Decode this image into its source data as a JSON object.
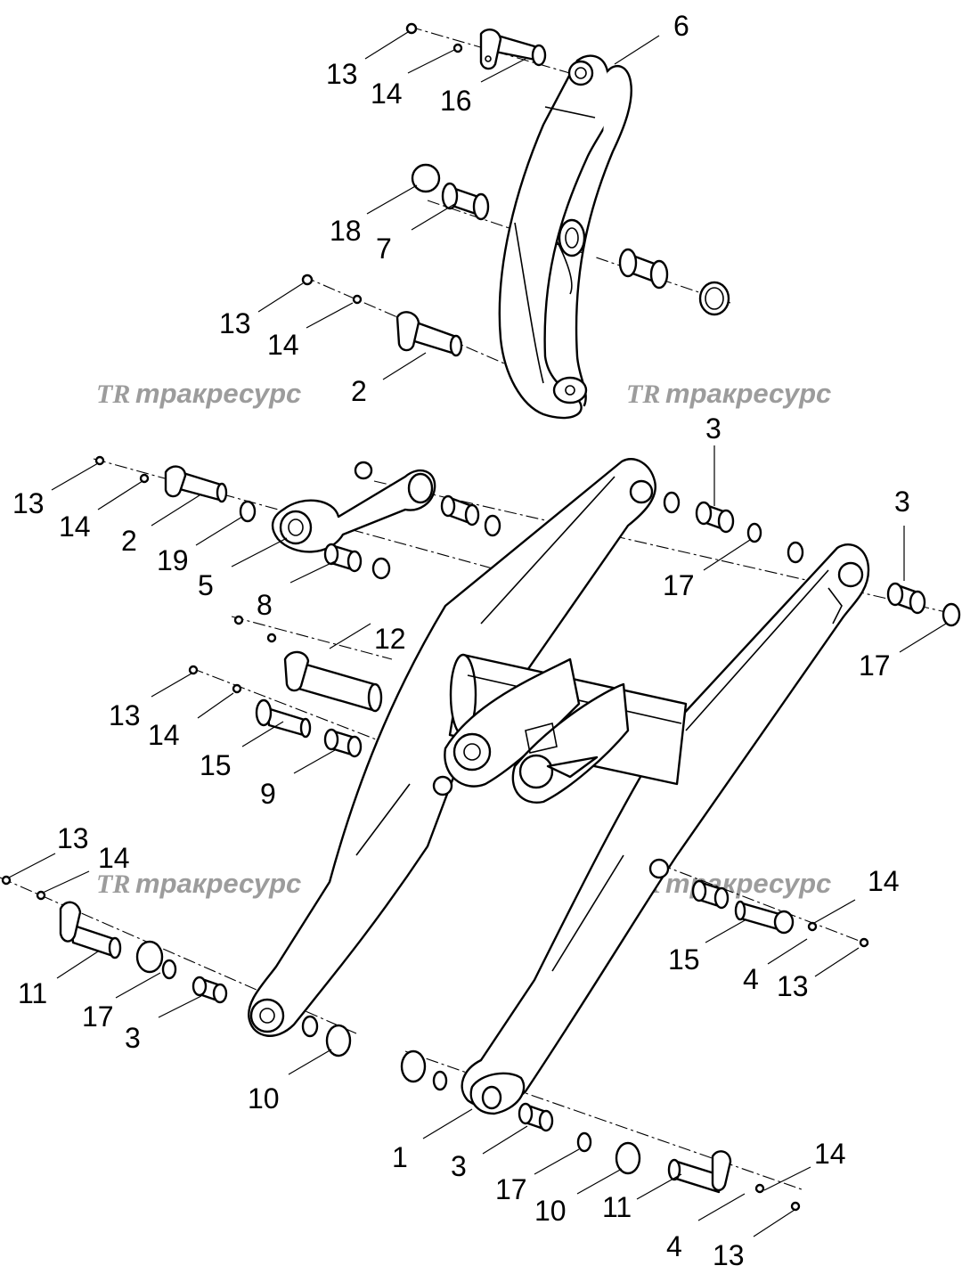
{
  "watermark": {
    "text": "тракресурс",
    "logo": "TR"
  },
  "callouts": [
    {
      "id": "c1",
      "text": "6"
    },
    {
      "id": "c2",
      "text": "13"
    },
    {
      "id": "c3",
      "text": "14"
    },
    {
      "id": "c4",
      "text": "16"
    },
    {
      "id": "c5",
      "text": "18"
    },
    {
      "id": "c6",
      "text": "7"
    },
    {
      "id": "c7",
      "text": "13"
    },
    {
      "id": "c8",
      "text": "14"
    },
    {
      "id": "c9",
      "text": "2"
    },
    {
      "id": "c10",
      "text": "3"
    },
    {
      "id": "c11",
      "text": "3"
    },
    {
      "id": "c12",
      "text": "13"
    },
    {
      "id": "c13",
      "text": "14"
    },
    {
      "id": "c14",
      "text": "2"
    },
    {
      "id": "c15",
      "text": "19"
    },
    {
      "id": "c16",
      "text": "5"
    },
    {
      "id": "c17",
      "text": "8"
    },
    {
      "id": "c18",
      "text": "12"
    },
    {
      "id": "c19",
      "text": "17"
    },
    {
      "id": "c20",
      "text": "17"
    },
    {
      "id": "c21",
      "text": "13"
    },
    {
      "id": "c22",
      "text": "14"
    },
    {
      "id": "c23",
      "text": "15"
    },
    {
      "id": "c24",
      "text": "9"
    },
    {
      "id": "c25",
      "text": "13"
    },
    {
      "id": "c26",
      "text": "14"
    },
    {
      "id": "c27",
      "text": "14"
    },
    {
      "id": "c28",
      "text": "11"
    },
    {
      "id": "c29",
      "text": "17"
    },
    {
      "id": "c30",
      "text": "3"
    },
    {
      "id": "c31",
      "text": "15"
    },
    {
      "id": "c32",
      "text": "4"
    },
    {
      "id": "c33",
      "text": "13"
    },
    {
      "id": "c34",
      "text": "10"
    },
    {
      "id": "c35",
      "text": "1"
    },
    {
      "id": "c36",
      "text": "3"
    },
    {
      "id": "c37",
      "text": "17"
    },
    {
      "id": "c38",
      "text": "10"
    },
    {
      "id": "c39",
      "text": "14"
    },
    {
      "id": "c40",
      "text": "11"
    },
    {
      "id": "c41",
      "text": "4"
    },
    {
      "id": "c42",
      "text": "13"
    }
  ]
}
